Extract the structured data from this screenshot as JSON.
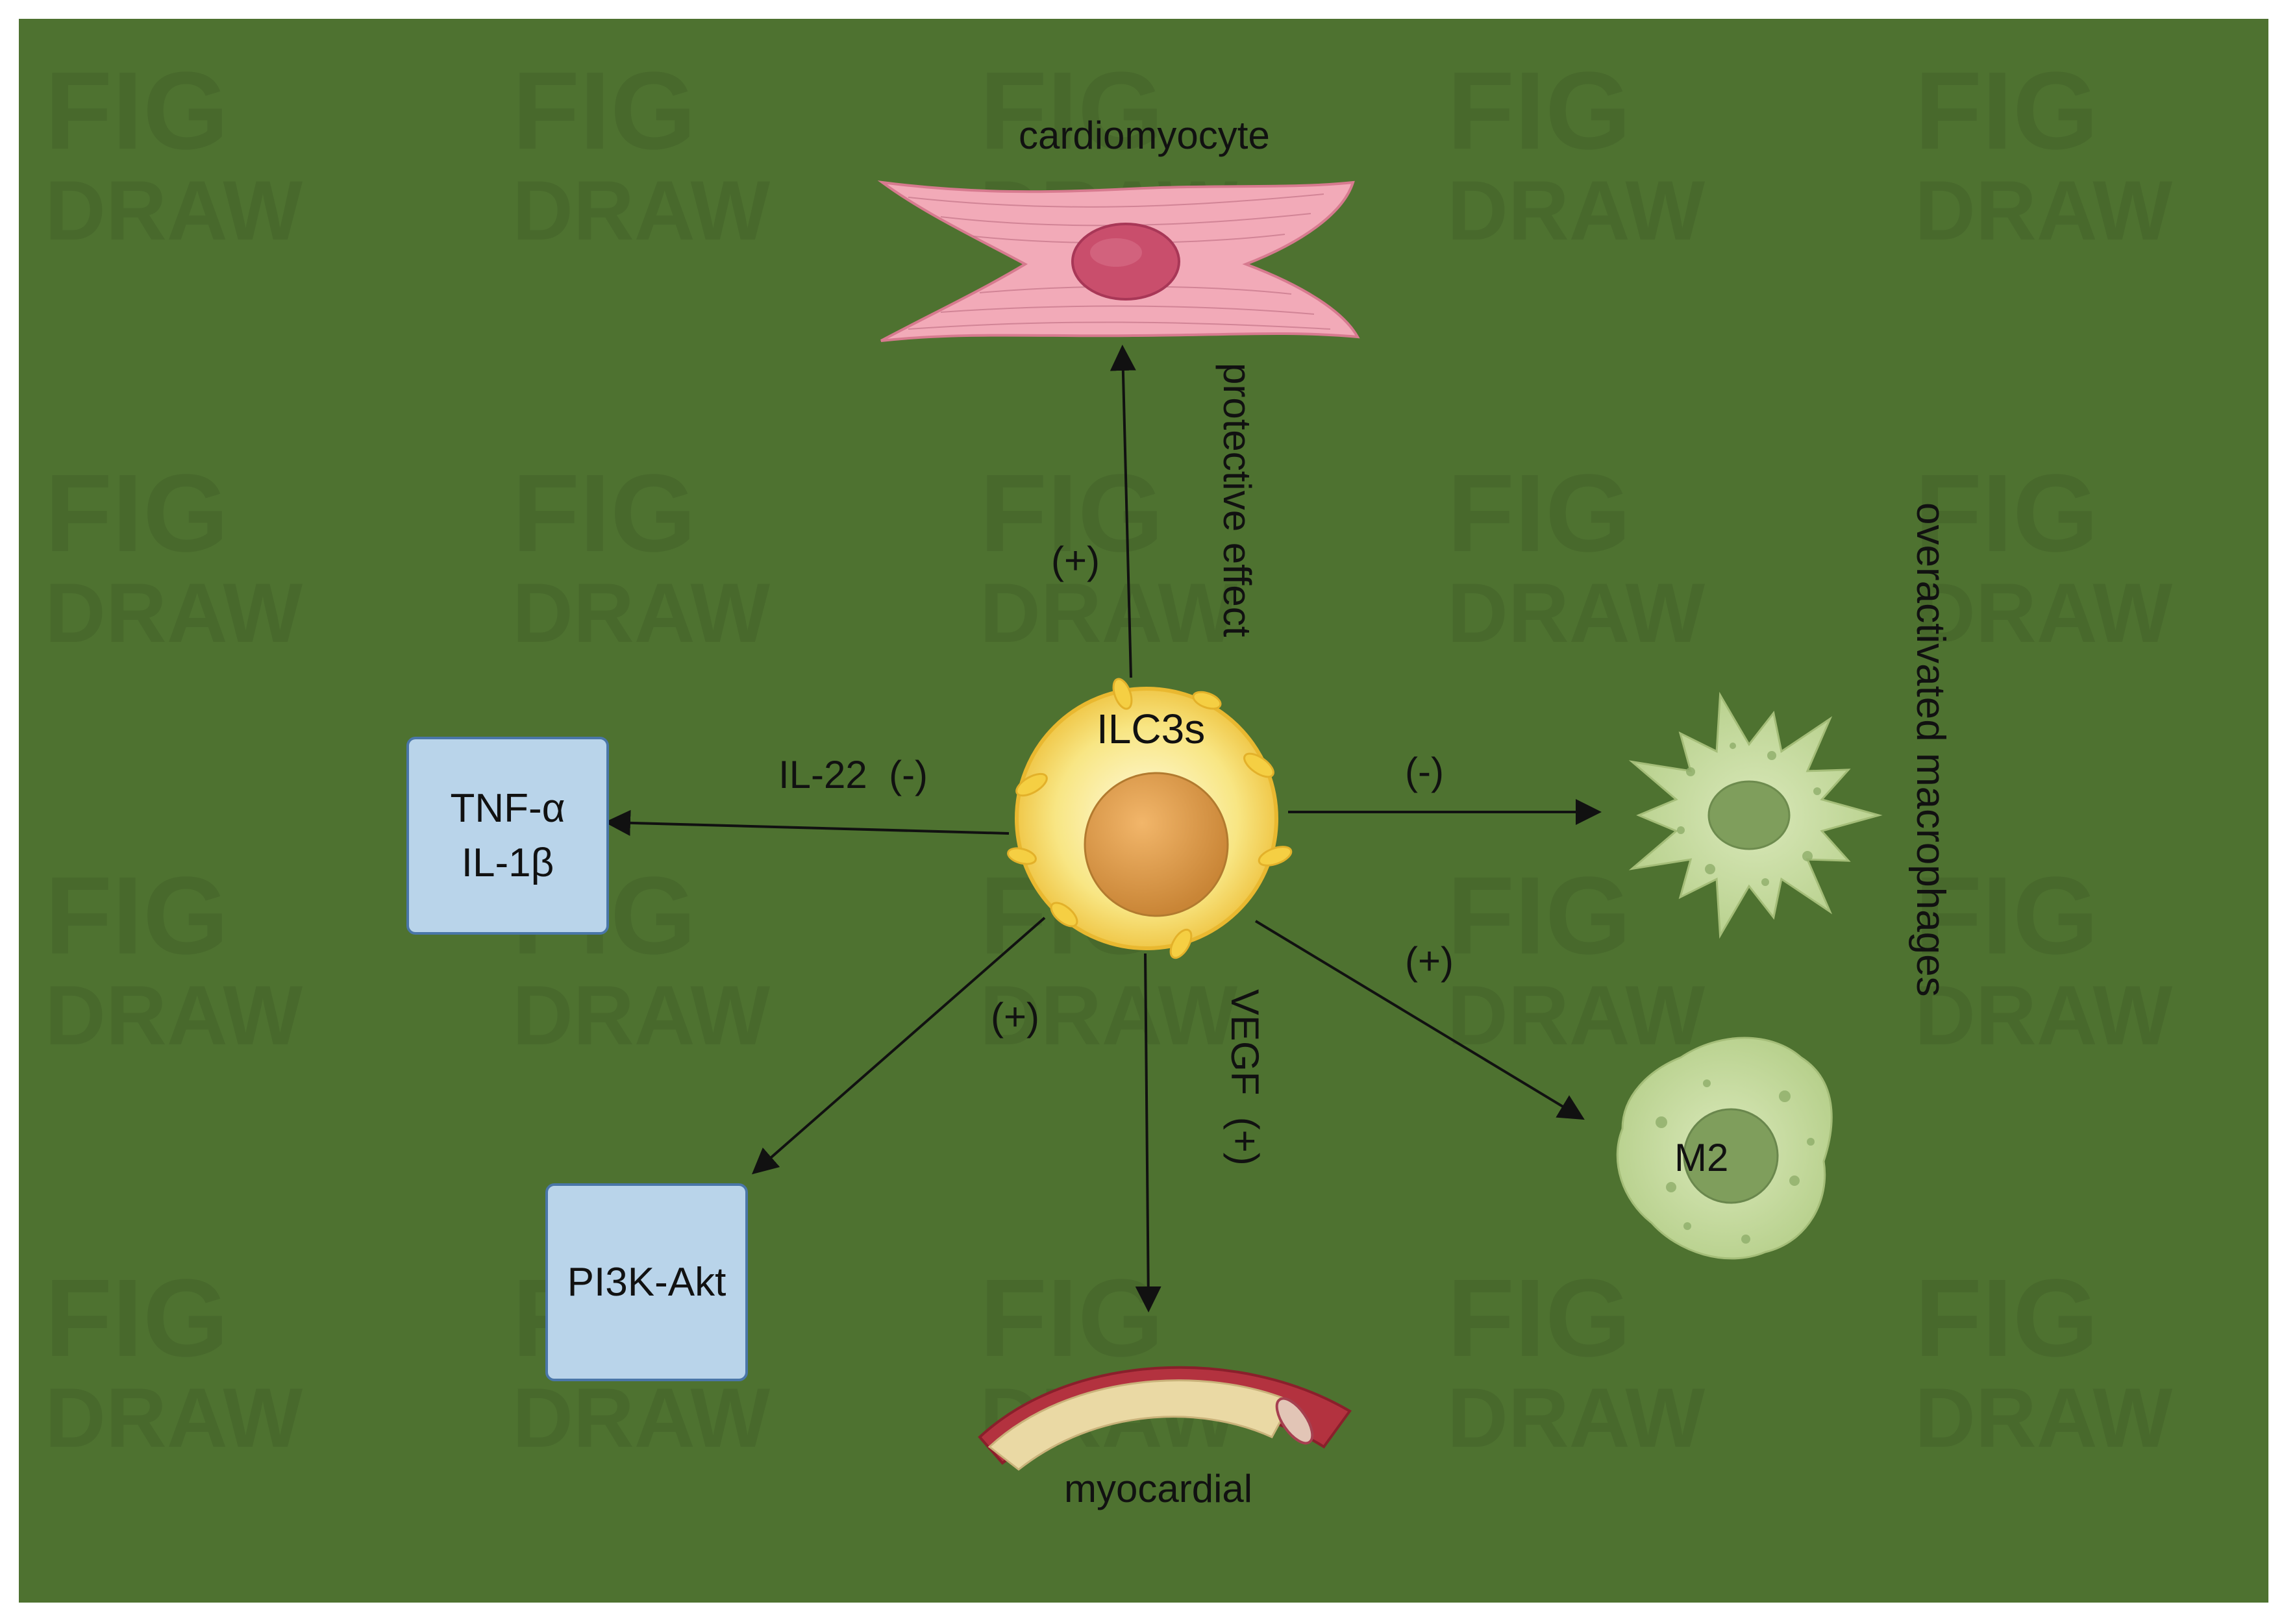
{
  "diagram": {
    "center_cell": {
      "label": "ILC3s"
    },
    "targets": {
      "cardiomyocyte": {
        "label": "cardiomyocyte",
        "edge_label": "protective effect",
        "sign": "(+)"
      },
      "cytokines": {
        "lines": [
          "TNF-α",
          "IL-1β"
        ],
        "edge_label": "IL-22  (-)"
      },
      "macrophages": {
        "label": "overactivated macrophages",
        "sign": "(-)"
      },
      "m2": {
        "label": "M2",
        "sign": "(+)"
      },
      "pathway": {
        "label": "PI3K-Akt",
        "sign": "(+)"
      },
      "vessel": {
        "label": "myocardial",
        "edge_label": "VEGF  (+)"
      }
    },
    "watermark": "FIG DRAW",
    "colors": {
      "background": "#4e7230",
      "box_fill": "#b9d4ea",
      "box_border": "#4a76a8",
      "arrow": "#111111",
      "cell_yellow": "#f7e27a",
      "cardiomyocyte_pink": "#f2aab8",
      "macrophage_green": "#c7dc9e"
    }
  }
}
